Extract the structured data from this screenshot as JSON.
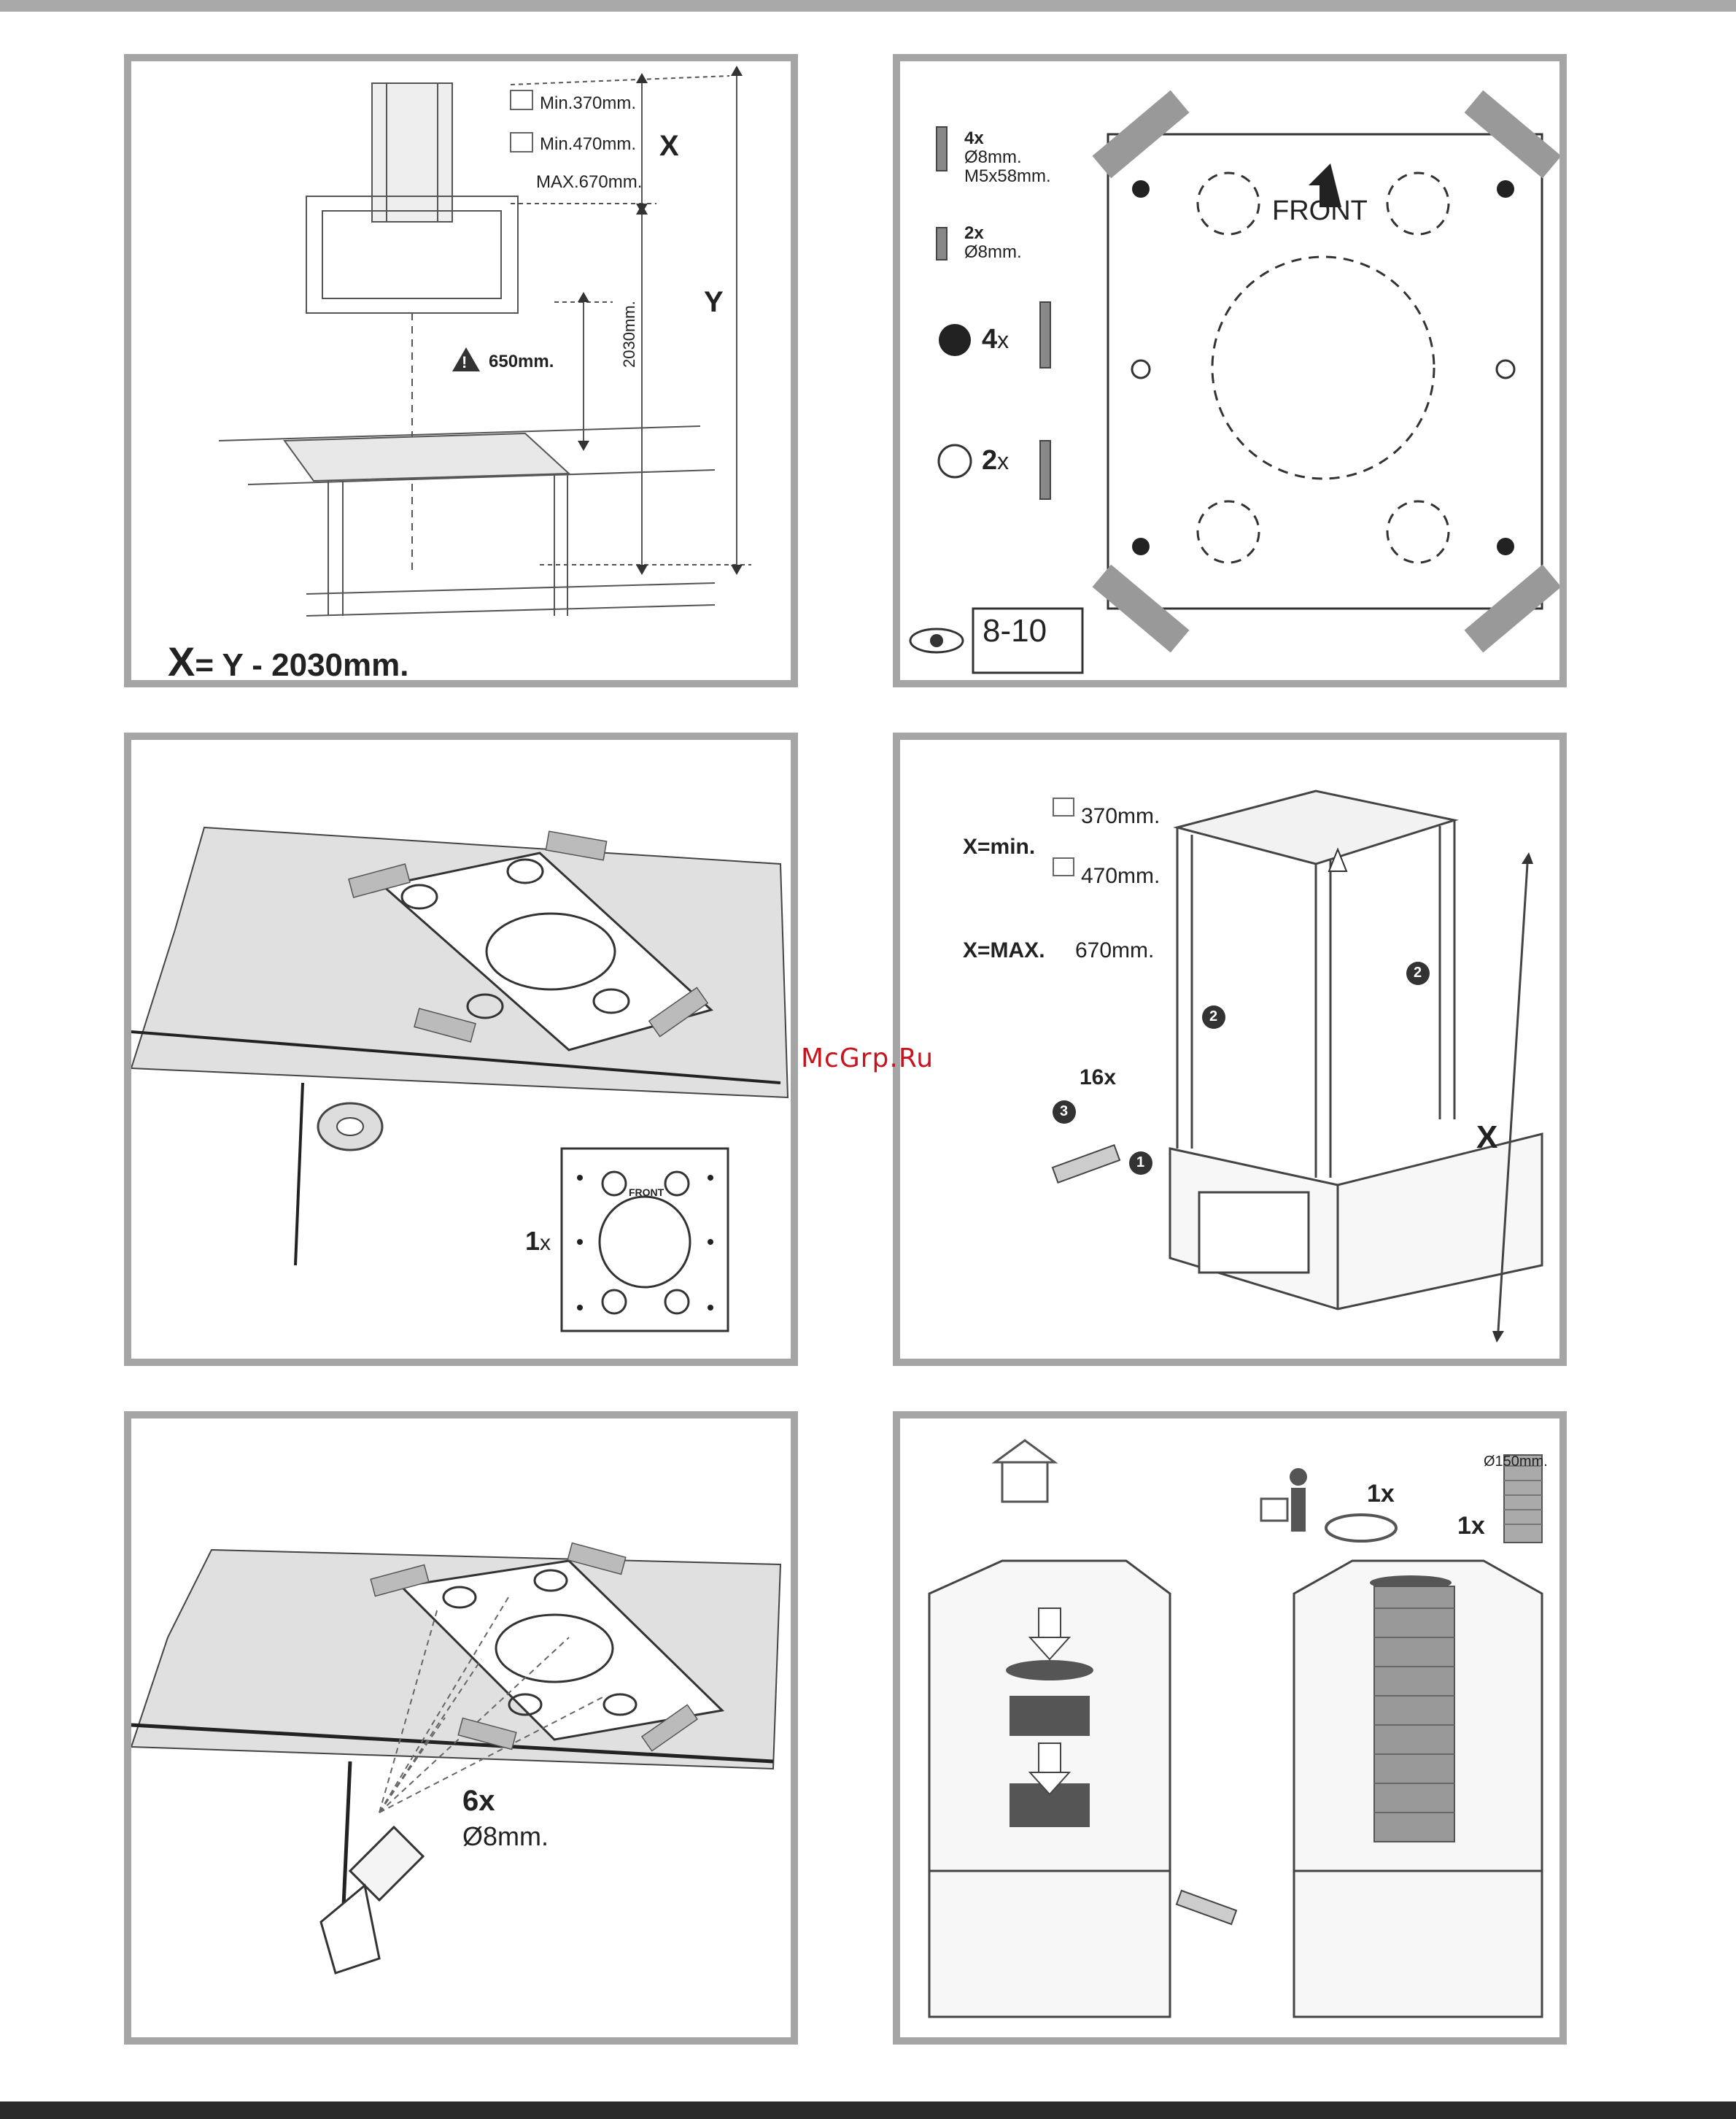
{
  "watermark": "McGrp.Ru",
  "panel1": {
    "min_a": "Min.370mm.",
    "min_b": "Min.470mm.",
    "max": "MAX.670mm.",
    "x": "X",
    "y": "Y",
    "warn": "650mm.",
    "height": "2030mm.",
    "formula_x": "X",
    "formula_rest": "= Y - 2030mm."
  },
  "panel2": {
    "screw_count": "4x",
    "screw_dia": "Ø8mm.",
    "screw_size": "M5x58mm.",
    "plug_count": "2x",
    "plug_dia": "Ø8mm.",
    "filled_count": "4",
    "filled_x": "x",
    "open_count": "2",
    "open_x": "x",
    "front": "FRONT",
    "range": "8-10"
  },
  "panel3": {
    "count": "1",
    "count_x": "x",
    "front": "FRONT"
  },
  "panel4": {
    "xmin": "X=min.",
    "v370": "370mm.",
    "v470": "470mm.",
    "xmax": "X=MAX.",
    "v670": "670mm.",
    "screws": "16x",
    "x": "X",
    "n1": "1",
    "n2a": "2",
    "n2b": "2",
    "n3": "3"
  },
  "panel5": {
    "count": "6x",
    "dia": "Ø8mm."
  },
  "panel6": {
    "clamp_count": "1x",
    "hose_count": "1x",
    "hose_dia": "Ø150mm."
  }
}
